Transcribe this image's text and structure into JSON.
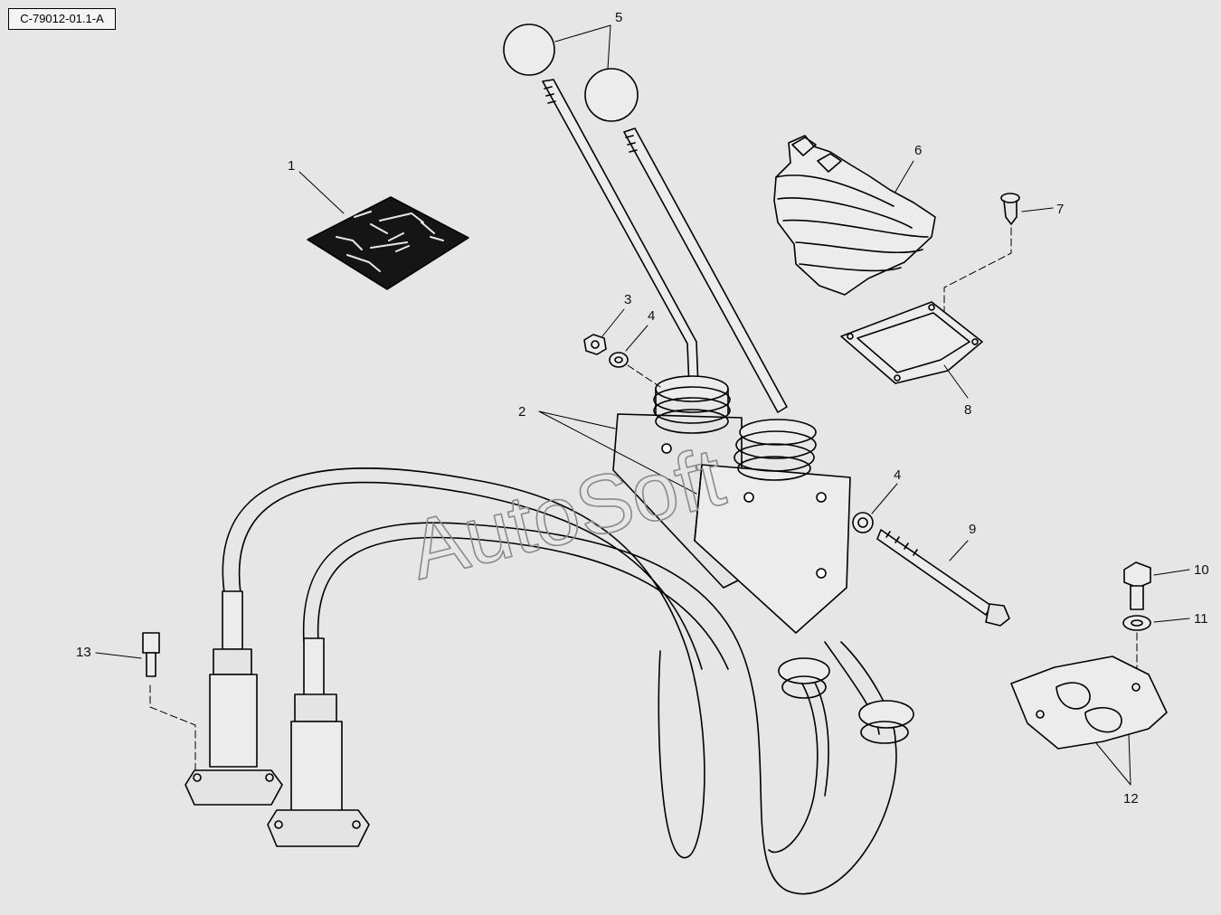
{
  "reference_code": "C-79012-01.1-A",
  "watermark": "AutoSoft",
  "callouts": [
    "1",
    "2",
    "3",
    "4",
    "4",
    "5",
    "6",
    "7",
    "8",
    "9",
    "10",
    "11",
    "12",
    "13"
  ]
}
